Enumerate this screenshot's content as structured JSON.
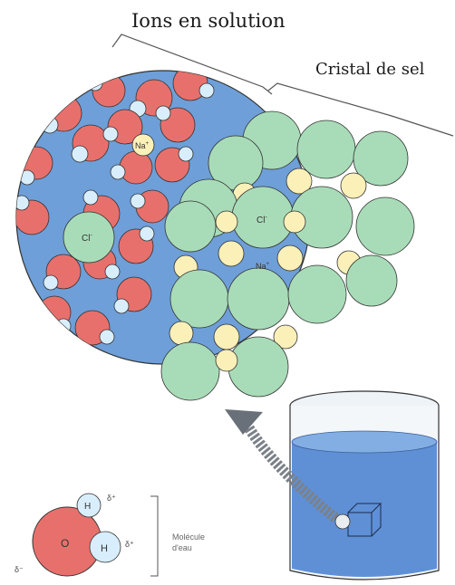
{
  "labels": {
    "ions_title": "Ions en solution",
    "crystal_title": "Cristal de sel",
    "na": "Na",
    "na_charge": "+",
    "cl": "Cl",
    "cl_charge": "-",
    "o": "O",
    "h": "H",
    "delta_plus_h1": "δ⁺",
    "delta_plus_h2": "δ⁺",
    "delta_minus": "δ⁻",
    "water_molecule_line1": "Molécule",
    "water_molecule_line2": "d'eau"
  },
  "colors": {
    "water_blue": "#6e9fd8",
    "oxygen_red": "#e8706c",
    "hydrogen_light": "#d8eefc",
    "chloride_green": "#a8dcb8",
    "sodium_yellow": "#fbf0b8",
    "beaker_liquid": "#5f90d6",
    "arrow_gray": "#7b8189"
  }
}
